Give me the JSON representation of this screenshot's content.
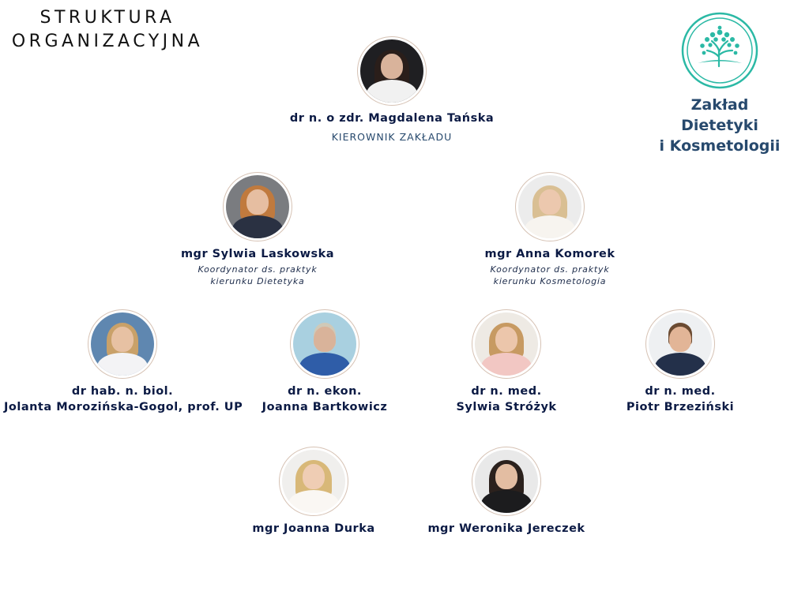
{
  "title": {
    "line1": "STRUKTURA",
    "line2": "ORGANIZACYJNA"
  },
  "logo": {
    "icon": "tree-icon",
    "line1": "Zakład",
    "line2": "Dietetyki",
    "line3": "i Kosmetologii",
    "color": "#2bb9a5"
  },
  "head": {
    "name": "dr n. o zdr. Magdalena Tańska",
    "role": "KIEROWNIK ZAKŁADU"
  },
  "coordinators": [
    {
      "name": "mgr Sylwia Laskowska",
      "desc_line1": "Koordynator ds. praktyk",
      "desc_line2": "kierunku Dietetyka"
    },
    {
      "name": "mgr Anna Komorek",
      "desc_line1": "Koordynator ds. praktyk",
      "desc_line2": "kierunku Kosmetologia"
    }
  ],
  "staff": [
    {
      "line1": "dr hab. n. biol.",
      "line2": "Jolanta Morozińska-Gogol, prof. UP"
    },
    {
      "line1": "dr n. ekon.",
      "line2": "Joanna Bartkowicz"
    },
    {
      "line1": "dr n. med.",
      "line2": "Sylwia Stróżyk"
    },
    {
      "line1": "dr n. med.",
      "line2": "Piotr Brzeziński"
    }
  ],
  "staff_bottom": [
    {
      "name": "mgr Joanna Durka"
    },
    {
      "name": "mgr Weronika Jereczek"
    }
  ]
}
